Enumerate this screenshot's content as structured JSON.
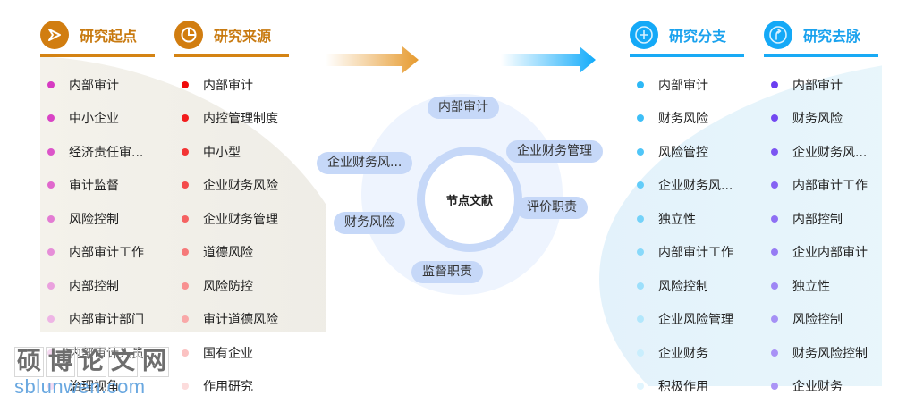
{
  "columns": [
    {
      "id": "origin",
      "title": "研究起点",
      "icon": "play-triangle-icon",
      "theme": "orange",
      "items": [
        {
          "label": "内部审计",
          "color": "#d63bc2"
        },
        {
          "label": "中小企业",
          "color": "#d944c5"
        },
        {
          "label": "经济责任审...",
          "color": "#dc55c9"
        },
        {
          "label": "审计监督",
          "color": "#e068cd"
        },
        {
          "label": "风险控制",
          "color": "#e37cd3"
        },
        {
          "label": "内部审计工作",
          "color": "#e68ed8"
        },
        {
          "label": "内部控制",
          "color": "#eaa1de"
        },
        {
          "label": "内部审计部门",
          "color": "#eeb5e5"
        },
        {
          "label": "内部审计人员",
          "color": "#f2c8eb"
        },
        {
          "label": "治理视角",
          "color": "#f6dbf2"
        }
      ]
    },
    {
      "id": "source",
      "title": "研究来源",
      "icon": "pie-chart-icon",
      "theme": "orange",
      "items": [
        {
          "label": "内部审计",
          "color": "#f00a0a"
        },
        {
          "label": "内控管理制度",
          "color": "#f21d1d"
        },
        {
          "label": "中小型",
          "color": "#f33434"
        },
        {
          "label": "企业财务风险",
          "color": "#f44b4b"
        },
        {
          "label": "企业财务管理",
          "color": "#f56262"
        },
        {
          "label": "道德风险",
          "color": "#f67979"
        },
        {
          "label": "风险防控",
          "color": "#f89090"
        },
        {
          "label": "审计道德风险",
          "color": "#f9a8a8"
        },
        {
          "label": "国有企业",
          "color": "#fbc2c2"
        },
        {
          "label": "作用研究",
          "color": "#fcdcdc"
        }
      ]
    },
    {
      "id": "branch",
      "title": "研究分支",
      "icon": "plus-circle-icon",
      "theme": "blue",
      "items": [
        {
          "label": "内部审计",
          "color": "#2db8f6"
        },
        {
          "label": "财务风险",
          "color": "#3ebff7"
        },
        {
          "label": "风险管控",
          "color": "#50c6f8"
        },
        {
          "label": "企业财务风...",
          "color": "#62ccf9"
        },
        {
          "label": "独立性",
          "color": "#74d2f9"
        },
        {
          "label": "内部审计工作",
          "color": "#88d9fa"
        },
        {
          "label": "风险控制",
          "color": "#9cdffb"
        },
        {
          "label": "企业风险管理",
          "color": "#b2e7fc"
        },
        {
          "label": "企业财务",
          "color": "#c9eefd"
        },
        {
          "label": "积极作用",
          "color": "#e1f5fe"
        }
      ]
    },
    {
      "id": "destination",
      "title": "研究去脉",
      "icon": "redirect-arrow-icon",
      "theme": "blue",
      "items": [
        {
          "label": "内部审计",
          "color": "#6a3ef0"
        },
        {
          "label": "财务风险",
          "color": "#7348f1"
        },
        {
          "label": "企业财务风...",
          "color": "#7c55f2"
        },
        {
          "label": "内部审计工作",
          "color": "#8562f3"
        },
        {
          "label": "内部控制",
          "color": "#8e6ff4"
        },
        {
          "label": "企业内部审计",
          "color": "#967bf4"
        },
        {
          "label": "独立性",
          "color": "#9e86f5"
        },
        {
          "label": "风险控制",
          "color": "#a590f5"
        },
        {
          "label": "财务风险控制",
          "color": "#a891f6"
        },
        {
          "label": "企业财务",
          "color": "#ab94f6"
        }
      ]
    }
  ],
  "center": {
    "label": "节点文献",
    "keywords": [
      "内部审计",
      "企业财务管理",
      "评价职责",
      "监督职责",
      "财务风险",
      "企业财务风..."
    ]
  },
  "watermark": {
    "chars": [
      "硕",
      "博",
      "论",
      "文",
      "网"
    ],
    "url": "sblunwen.com"
  },
  "colors": {
    "orange_accent": "#d48313",
    "blue_accent": "#18aaf5",
    "bubble": "#c6d8f8"
  }
}
